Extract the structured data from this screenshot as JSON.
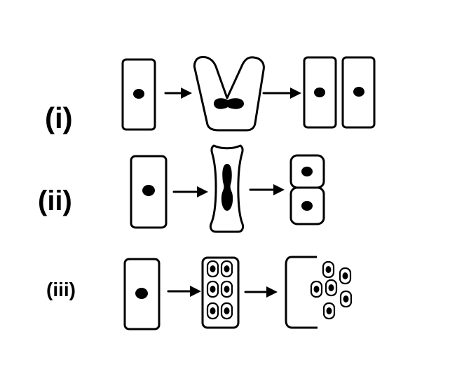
{
  "rows": [
    {
      "label": "(i)"
    },
    {
      "label": "(ii)"
    },
    {
      "label": "(iii)"
    }
  ],
  "colors": {
    "stroke": "#000000",
    "background": "#ffffff"
  }
}
